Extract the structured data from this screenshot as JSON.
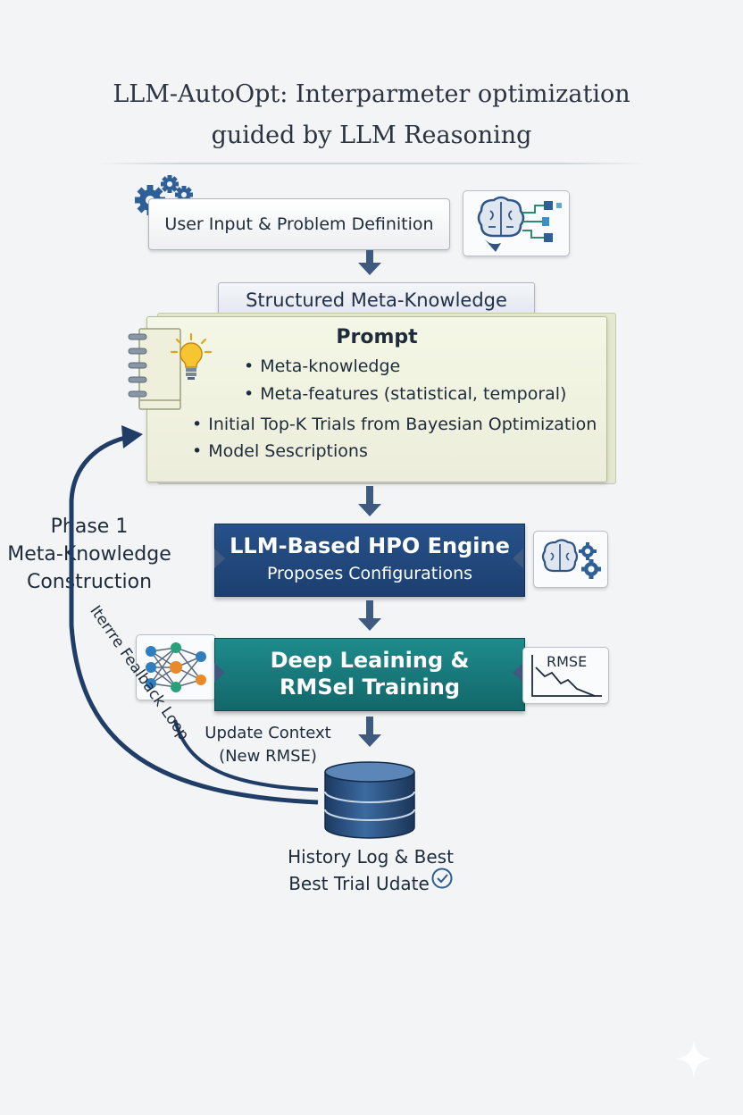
{
  "title": {
    "line1": "LLM-AutoOpt: Interparmeter optimization",
    "line2": "guided by LLM Reasoning"
  },
  "user_input": {
    "label": "User Input & Problem Definition"
  },
  "meta_knowledge_tab": {
    "label": "Structured Meta-Knowledge"
  },
  "prompt": {
    "heading": "Prompt",
    "items": [
      "Meta-knowledge",
      "Meta-features (statistical, temporal)",
      "Initial Top-K Trials from Bayesian Optimization",
      "Model Sescriptions"
    ]
  },
  "hpo_engine": {
    "title": "LLM-Based HPO Engine",
    "subtitle": "Proposes Configurations"
  },
  "training": {
    "line1": "Deep Leaining &",
    "line2": "RMSel Training"
  },
  "rmse_card": {
    "label": "RMSE"
  },
  "phase": {
    "line1": "Phase 1",
    "line2": "Meta-Knowledge",
    "line3": "Construction"
  },
  "loop_label": "Iterrre Fealback Loop",
  "update_context": {
    "line1": "Update Context",
    "line2": "(New RMSE)"
  },
  "history": {
    "line1": "History Log & Best",
    "line2": "Best Trial Udate"
  },
  "icons": {
    "gears": "gears-icon",
    "brain_circuit": "brain-circuit-icon",
    "notebook": "notebook-icon",
    "lightbulb": "lightbulb-icon",
    "brain_gears": "brain-gears-icon",
    "network": "neural-network-icon",
    "chart": "rmse-chart-icon",
    "database": "database-icon",
    "check": "check-circle-icon",
    "sparkle": "sparkle-icon"
  },
  "colors": {
    "navy": "#1f4478",
    "teal": "#168082",
    "arrow": "#3e5a7e",
    "prompt_bg": "#f1f3e1"
  }
}
